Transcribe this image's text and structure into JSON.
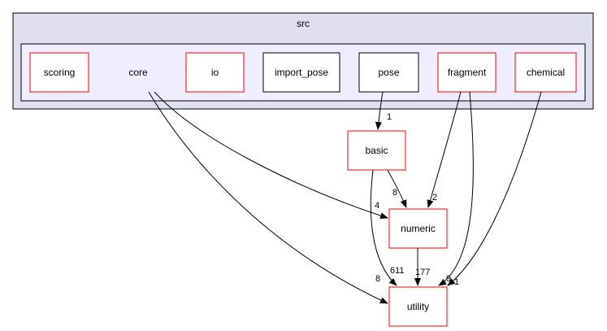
{
  "cluster": {
    "title": "src"
  },
  "package": {
    "label": "core"
  },
  "nodes": {
    "scoring": {
      "label": "scoring",
      "border": "#ff0000"
    },
    "io": {
      "label": "io",
      "border": "#ff0000"
    },
    "import_pose": {
      "label": "import_pose",
      "border": "#000000"
    },
    "pose": {
      "label": "pose",
      "border": "#000000"
    },
    "fragment": {
      "label": "fragment",
      "border": "#ff0000"
    },
    "chemical": {
      "label": "chemical",
      "border": "#ff0000"
    },
    "basic": {
      "label": "basic",
      "border": "#ff0000"
    },
    "numeric": {
      "label": "numeric",
      "border": "#ff0000"
    },
    "utility": {
      "label": "utility",
      "border": "#ff0000"
    }
  },
  "edges": {
    "pose_basic": "1",
    "basic_numeric": "8",
    "core_numeric": "4",
    "fragment_numeric": "2",
    "basic_utility": "611",
    "numeric_utility": "177",
    "core_utility": "8",
    "fragment_utility": "9",
    "chemical_utility": "1"
  },
  "colors": {
    "outer_cluster_fill": "#dfdfef",
    "inner_cluster_fill": "#eeeeff",
    "node_fill": "#ffffff",
    "edge": "#000000"
  }
}
